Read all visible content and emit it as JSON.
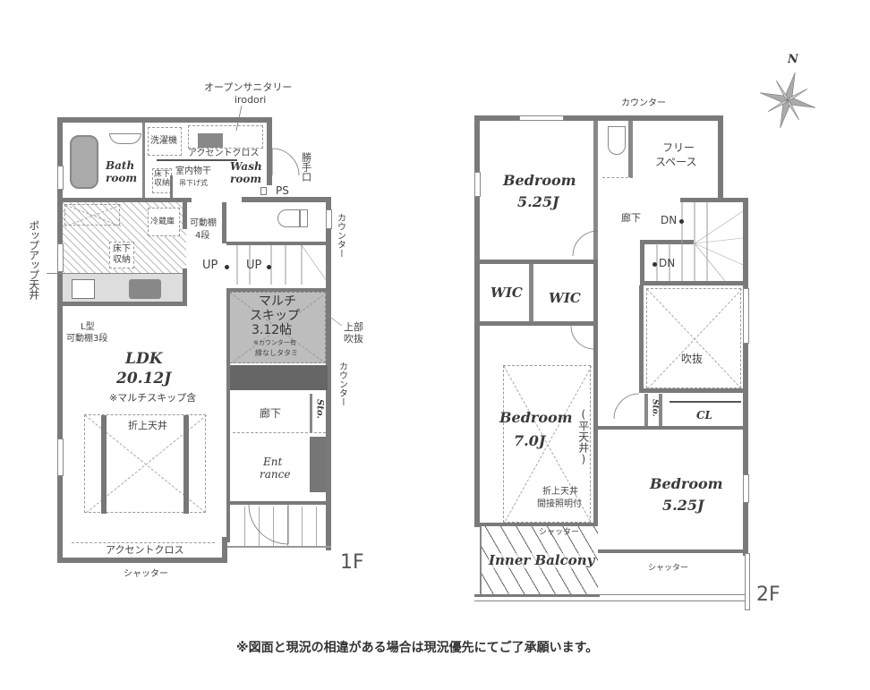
{
  "compass": {
    "north_label": "N"
  },
  "disclaimer": "※図面と現況の相違がある場合は現況優先にてご了承願います。",
  "floor1": {
    "floor_label": "1F",
    "annotations": {
      "open_sanitary": "オープンサニタリー",
      "irodori": "irodori",
      "back_door": "勝手口",
      "ps": "PS",
      "popup_ceiling": "ポップアップ天井",
      "counter_right_top": "カウンター",
      "upper_void": "上部吹抜",
      "counter_right_mid": "カウンター",
      "shutter": "シャッター"
    },
    "rooms": {
      "bath": {
        "line1": "Bath",
        "line2": "room"
      },
      "washer": "洗濯機",
      "accent_cloth_wash": "アクセントクロス",
      "wash": {
        "line1": "Wash",
        "line2": "room"
      },
      "underfloor_storage_wash": "床下収納",
      "indoor_drying": {
        "line1": "室内物干",
        "line2": "吊下げ式"
      },
      "fridge": "冷蔵庫",
      "adjustable_shelf": {
        "line1": "可動棚",
        "line2": "4段"
      },
      "underfloor_storage_kitchen": "床下収納",
      "l_shelf": {
        "line1": "L型",
        "line2": "可動棚3段"
      },
      "ldk": {
        "name": "LDK",
        "size": "20.12J",
        "note": "※マルチスキップ含"
      },
      "raised_ceiling": "折上天井",
      "accent_cloth_ldk": "アクセントクロス",
      "up1": "UP",
      "up2": "UP",
      "multi_skip": {
        "line1": "マルチ",
        "line2": "スキップ",
        "size": "3.12帖",
        "note1": "※カウンター有",
        "note2": "縁なしタタミ"
      },
      "hallway": "廊下",
      "storage": "Sto.",
      "entrance": {
        "line1": "Ent",
        "line2": "rance"
      }
    }
  },
  "floor2": {
    "floor_label": "2F",
    "annotations": {
      "counter_top": "カウンター",
      "shutter_balcony": "シャッター",
      "shutter_bedroom": "シャッター"
    },
    "rooms": {
      "bedroom_nw": {
        "name": "Bedroom",
        "size": "5.25J"
      },
      "free_space": {
        "line1": "フリー",
        "line2": "スペース"
      },
      "hallway": "廊下",
      "dn1": "DN",
      "dn2": "DN",
      "wic1": "WIC",
      "wic2": "WIC",
      "void": "吹抜",
      "bedroom_w": {
        "name": "Bedroom",
        "size": "7.0J",
        "flat_ceiling": "(平天井)",
        "note1": "折上天井",
        "note2": "間接照明付"
      },
      "storage": "Sto.",
      "closet": "CL",
      "bedroom_se": {
        "name": "Bedroom",
        "size": "5.25J"
      },
      "inner_balcony": "Inner Balcony"
    }
  }
}
